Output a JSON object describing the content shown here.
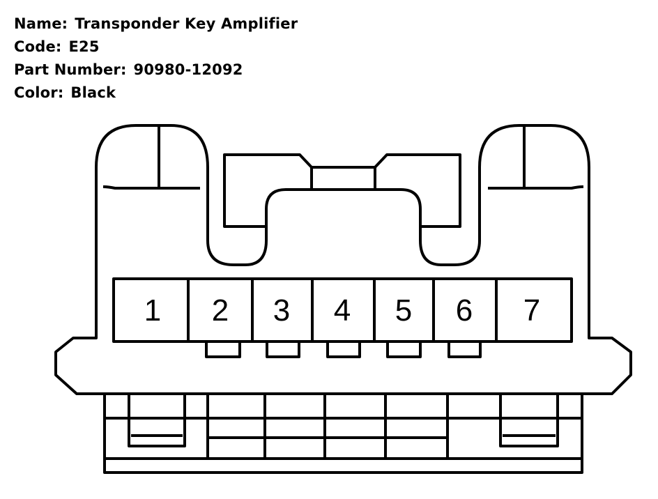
{
  "part": {
    "name_label": "Name:",
    "name_value": "Transponder Key Amplifier",
    "code_label": "Code:",
    "code_value": "E25",
    "part_number_label": "Part Number:",
    "part_number_value": "90980-12092",
    "color_label": "Color:",
    "color_value": "Black"
  },
  "connector": {
    "color": "#000000",
    "pins": [
      "1",
      "2",
      "3",
      "4",
      "5",
      "6",
      "7"
    ]
  }
}
